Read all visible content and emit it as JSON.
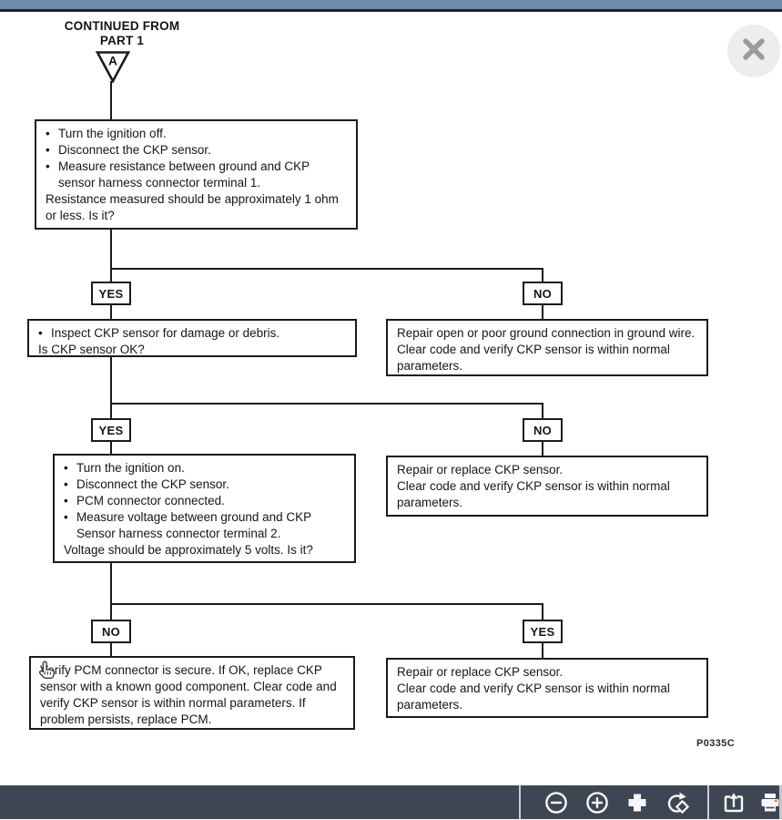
{
  "ui": {
    "bullet": "•",
    "colors": {
      "top_bar": "#6e8cab",
      "top_bar_edge": "#1c2531",
      "toolbar_bg": "#3e4654",
      "toolbar_icon": "#f5f7fa",
      "toolbar_separator": "#c9ced6",
      "close_bg": "#ededed",
      "close_x": "#9b9b9b",
      "line_color": "#1b1b1b",
      "printer_dot": "#e8833a"
    }
  },
  "flow": {
    "header": {
      "line1": "CONTINUED FROM",
      "line2": "PART 1",
      "connector": "A"
    },
    "labels": {
      "yes": "YES",
      "no": "NO"
    },
    "box1": {
      "bullets": [
        "Turn the ignition off.",
        "Disconnect the CKP sensor.",
        "Measure resistance between ground and CKP sensor harness connector terminal 1."
      ],
      "question": "Resistance measured should be approximately 1 ohm or less. Is it?"
    },
    "box2": {
      "bullets": [
        "Inspect CKP sensor for damage or debris."
      ],
      "question": "Is CKP sensor OK?"
    },
    "box3": {
      "text": "Repair open or poor ground connection in ground wire. Clear code and verify CKP sensor is within normal parameters."
    },
    "box4": {
      "bullets": [
        "Turn the ignition on.",
        "Disconnect the CKP sensor.",
        "PCM connector connected.",
        "Measure voltage between ground and CKP Sensor harness connector terminal 2."
      ],
      "question": "Voltage should be approximately 5 volts. Is it?"
    },
    "box5": {
      "line1": "Repair or replace CKP sensor.",
      "line2": "Clear code and verify CKP sensor is within normal parameters."
    },
    "box6": {
      "text": "Verify PCM connector is secure. If OK, replace CKP sensor with a known good component. Clear code and verify CKP sensor is within normal parameters.  If problem persists, replace PCM."
    },
    "box7": {
      "line1": "Repair or replace CKP sensor.",
      "line2": "Clear code and verify CKP sensor is within normal parameters."
    },
    "figure_code": "P0335C"
  },
  "toolbar": {
    "icons": [
      "zoom-out",
      "zoom-in",
      "fit-to-screen",
      "rotate",
      "open-external",
      "print"
    ]
  }
}
